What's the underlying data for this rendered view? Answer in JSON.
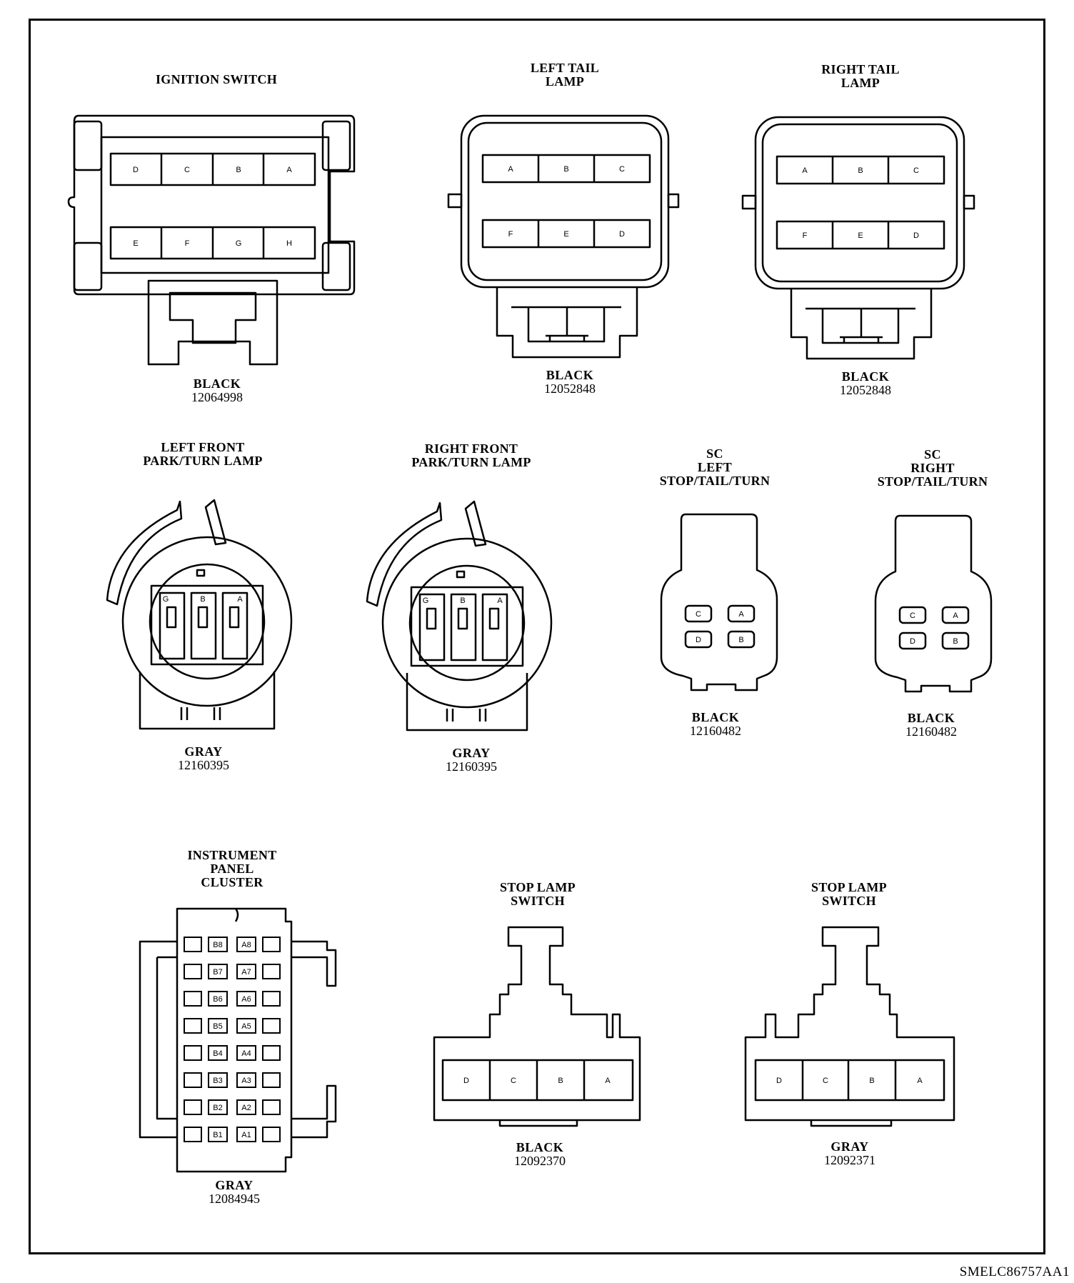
{
  "figure_code": "SMELC86757AA1",
  "connectors": {
    "ignition_switch": {
      "title": [
        "IGNITION SWITCH"
      ],
      "color": "BLACK",
      "part": "12064998",
      "pins_top": [
        "D",
        "C",
        "B",
        "A"
      ],
      "pins_bottom": [
        "E",
        "F",
        "G",
        "H"
      ]
    },
    "left_tail_lamp": {
      "title": [
        "LEFT TAIL",
        "LAMP"
      ],
      "color": "BLACK",
      "part": "12052848",
      "pins_top": [
        "A",
        "B",
        "C"
      ],
      "pins_bottom": [
        "F",
        "E",
        "D"
      ]
    },
    "right_tail_lamp": {
      "title": [
        "RIGHT TAIL",
        "LAMP"
      ],
      "color": "BLACK",
      "part": "12052848",
      "pins_top": [
        "A",
        "B",
        "C"
      ],
      "pins_bottom": [
        "F",
        "E",
        "D"
      ]
    },
    "left_front_park_turn": {
      "title": [
        "LEFT FRONT",
        "PARK/TURN LAMP"
      ],
      "color": "GRAY",
      "part": "12160395",
      "pins": [
        "G",
        "B",
        "A"
      ]
    },
    "right_front_park_turn": {
      "title": [
        "RIGHT FRONT",
        "PARK/TURN LAMP"
      ],
      "color": "GRAY",
      "part": "12160395",
      "pins": [
        "G",
        "B",
        "A"
      ]
    },
    "sc_left_stop_tail_turn": {
      "title": [
        "SC",
        "LEFT",
        "STOP/TAIL/TURN"
      ],
      "color": "BLACK",
      "part": "12160482",
      "pins": [
        "C",
        "A",
        "D",
        "B"
      ]
    },
    "sc_right_stop_tail_turn": {
      "title": [
        "SC",
        "RIGHT",
        "STOP/TAIL/TURN"
      ],
      "color": "BLACK",
      "part": "12160482",
      "pins": [
        "C",
        "A",
        "D",
        "B"
      ]
    },
    "instrument_panel_cluster": {
      "title": [
        "INSTRUMENT",
        "PANEL",
        "CLUSTER"
      ],
      "color": "GRAY",
      "part": "12084945",
      "pins_b": [
        "B8",
        "B7",
        "B6",
        "B5",
        "B4",
        "B3",
        "B2",
        "B1"
      ],
      "pins_a": [
        "A8",
        "A7",
        "A6",
        "A5",
        "A4",
        "A3",
        "A2",
        "A1"
      ]
    },
    "stop_lamp_switch_black": {
      "title": [
        "STOP LAMP",
        "SWITCH"
      ],
      "color": "BLACK",
      "part": "12092370",
      "pins": [
        "D",
        "C",
        "B",
        "A"
      ]
    },
    "stop_lamp_switch_gray": {
      "title": [
        "STOP LAMP",
        "SWITCH"
      ],
      "color": "GRAY",
      "part": "12092371",
      "pins": [
        "D",
        "C",
        "B",
        "A"
      ]
    }
  }
}
